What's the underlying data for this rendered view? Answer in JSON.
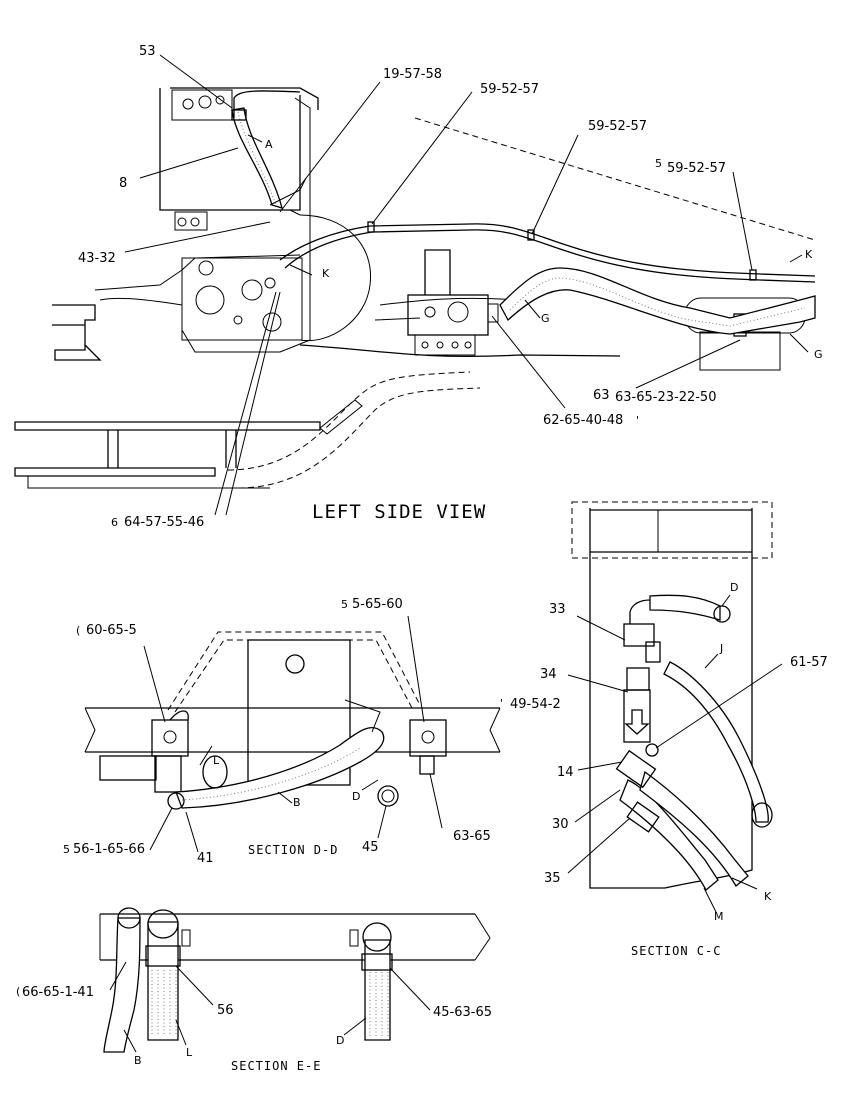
{
  "views": {
    "left_side": {
      "title": "LEFT SIDE VIEW",
      "callouts": [
        "53",
        "19-57-58",
        "59-52-57",
        "59-52-57",
        "5",
        "59-52-57",
        "8",
        "43-32",
        "6",
        "64-57-55-46",
        "63",
        "63-65-23-22-50",
        "62-65-40-48",
        "'"
      ],
      "letters": [
        "A",
        "K",
        "K",
        "G",
        "G"
      ]
    },
    "section_dd": {
      "title": "SECTION D-D",
      "callouts": [
        "(",
        "60-65-5",
        "5",
        "5-65-60",
        "'",
        "49-54-2",
        "5",
        "56-1-65-66",
        "41",
        "45",
        "63-65"
      ],
      "letters": [
        "L",
        "B",
        "D"
      ]
    },
    "section_cc": {
      "title": "SECTION C-C",
      "callouts": [
        "33",
        "34",
        "61-57",
        "14",
        "30",
        "35"
      ],
      "letters": [
        "D",
        "J",
        "K",
        "M"
      ]
    },
    "section_ee": {
      "title": "SECTION E-E",
      "callouts": [
        "(",
        "66-65-1-41",
        "56",
        "45-63-65"
      ],
      "letters": [
        "B",
        "L",
        "D"
      ]
    }
  }
}
